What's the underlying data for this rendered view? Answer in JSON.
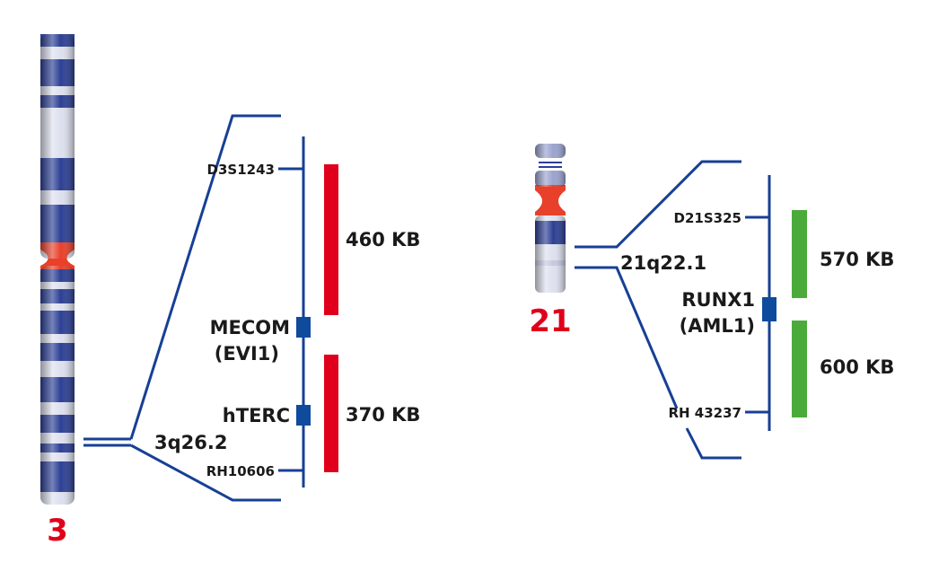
{
  "colors": {
    "band_dark": "#2c3f94",
    "band_light": "#dde0ee",
    "centromere": "#e8402a",
    "line": "#173f95",
    "gene_box": "#0e4b9c",
    "probe_red": "#e0001b",
    "probe_green": "#4aab3a",
    "chromosome_number": "#e0001b"
  },
  "chromosome_3": {
    "number": "3",
    "locus": "3q26.2",
    "markers": {
      "top": "D3S1243",
      "bottom": "RH10606"
    },
    "genes": [
      {
        "name": "MECOM",
        "alias": "(EVI1)"
      },
      {
        "name": "hTERC"
      }
    ],
    "probes": [
      {
        "size": "460 KB",
        "color": "red"
      },
      {
        "size": "370 KB",
        "color": "red"
      }
    ]
  },
  "chromosome_21": {
    "number": "21",
    "locus": "21q22.1",
    "markers": {
      "top": "D21S325",
      "bottom": "RH 43237"
    },
    "genes": [
      {
        "name": "RUNX1",
        "alias": "(AML1)"
      }
    ],
    "probes": [
      {
        "size": "570 KB",
        "color": "green"
      },
      {
        "size": "600 KB",
        "color": "green"
      }
    ]
  }
}
